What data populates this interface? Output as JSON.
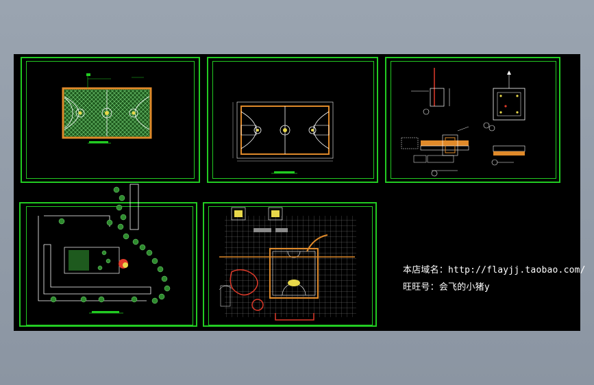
{
  "store_info": {
    "domain_label": "本店域名：",
    "domain_url": "http://flayjj.taobao.com/",
    "wangwang_label": "旺旺号：",
    "wangwang_name": "会飞的小猪y"
  },
  "colors": {
    "background": "#000000",
    "frame": "#22cc22",
    "court_fill": "#2a6e2a",
    "court_border": "#e08a2a",
    "cad_white": "#ffffff",
    "cad_red": "#e03a2a",
    "cad_yellow": "#e8d84a"
  },
  "sheets": [
    {
      "id": "court-plan-hatched",
      "icon": "basketball-court-hatched-drawing"
    },
    {
      "id": "court-plan-lines",
      "icon": "basketball-court-lines-drawing"
    },
    {
      "id": "detail-sections",
      "icon": "construction-detail-drawing"
    },
    {
      "id": "site-plan",
      "icon": "site-plan-drawing"
    },
    {
      "id": "paving-grid-plan",
      "icon": "paving-grid-drawing"
    }
  ]
}
